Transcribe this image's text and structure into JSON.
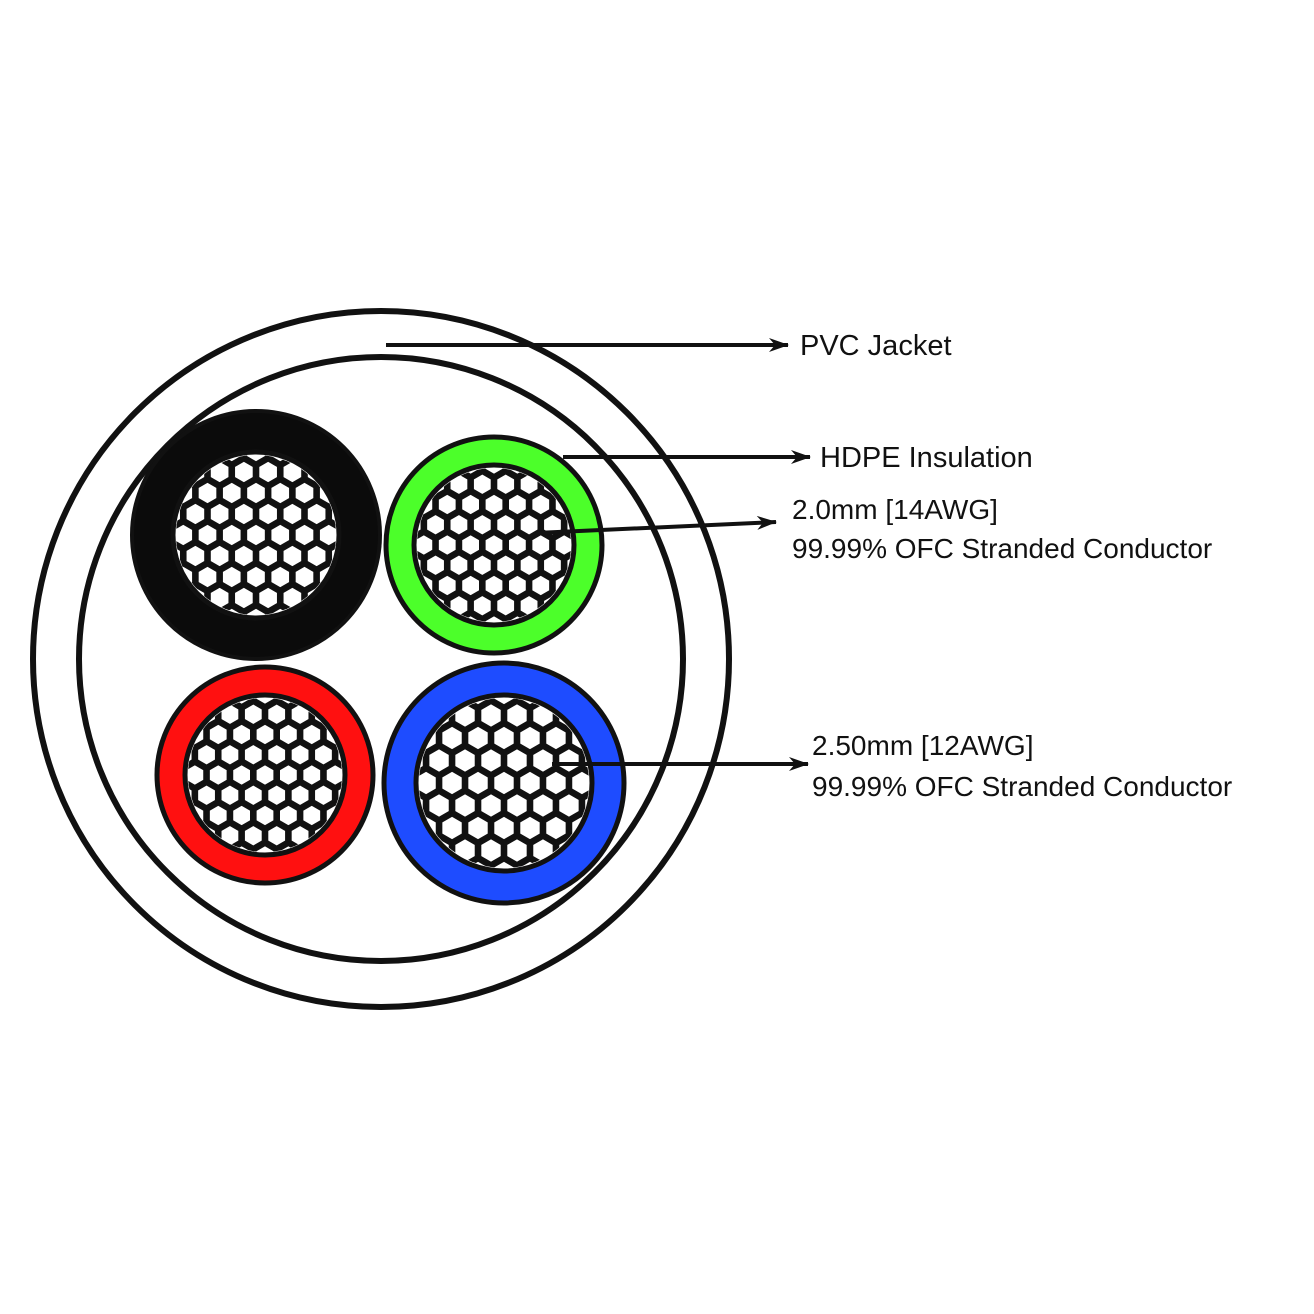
{
  "labels": {
    "jacket": "PVC Jacket",
    "insulation": "HDPE Insulation",
    "conductor_small_size": "2.0mm [14AWG]",
    "conductor_small_desc": "99.99% OFC Stranded Conductor",
    "conductor_large_size": "2.50mm [12AWG]",
    "conductor_large_desc": "99.99% OFC Stranded Conductor"
  },
  "colors": {
    "outline": "#111111",
    "background": "#ffffff",
    "black_core": "#0b0b0b",
    "green_core": "#4cff2a",
    "red_core": "#ff1010",
    "blue_core": "#1e4cff"
  },
  "cores": [
    {
      "name": "black-core",
      "insulation_color": "black"
    },
    {
      "name": "green-core",
      "insulation_color": "green"
    },
    {
      "name": "red-core",
      "insulation_color": "red"
    },
    {
      "name": "blue-core",
      "insulation_color": "blue"
    }
  ]
}
